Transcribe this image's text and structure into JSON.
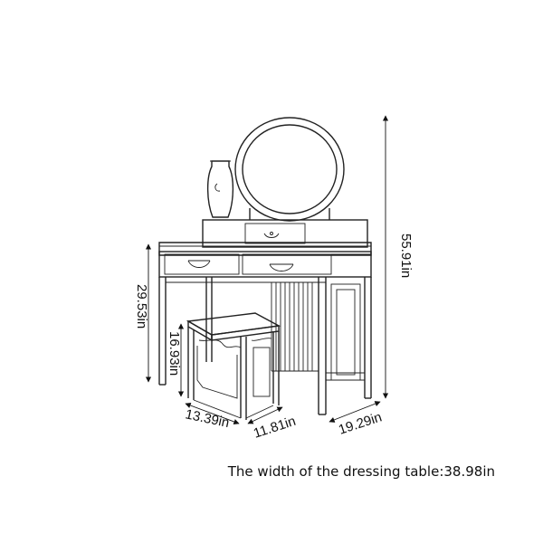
{
  "dimensions": {
    "total_height": "55.91in",
    "table_height": "29.53in",
    "stool_height": "16.93in",
    "stool_width": "13.39in",
    "stool_depth": "11.81in",
    "table_depth": "19.29in"
  },
  "caption": "The width of the dressing table:38.98in",
  "colors": {
    "line": "#222222",
    "background": "#ffffff"
  }
}
